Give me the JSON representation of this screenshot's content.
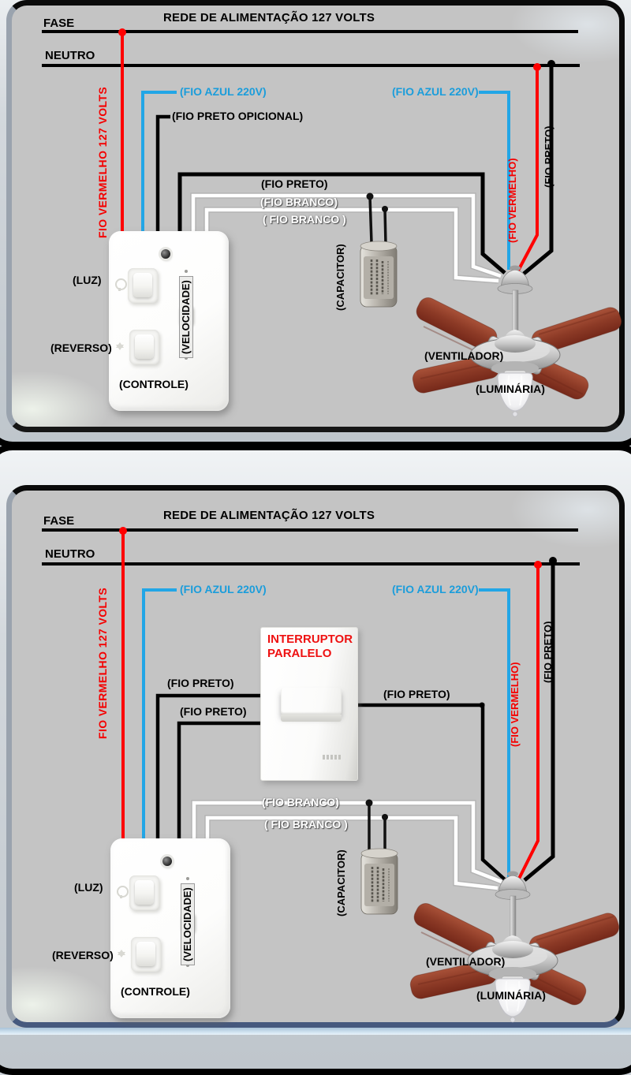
{
  "colors": {
    "wire_red": "#ff0000",
    "wire_blue": "#22a6e6",
    "wire_black": "#000000",
    "wire_white": "#ffffff",
    "label_red": "#ee1111",
    "label_blue": "#1b9ddb",
    "panel_background": "#c4c4c4"
  },
  "panel1": {
    "title": "REDE DE ALIMENTAÇÃO 127 VOLTS",
    "fase": "FASE",
    "neutro": "NEUTRO",
    "labels": {
      "fio_vermelho_127": "FIO  VERMELHO  127 VOLTS",
      "fio_azul_left": "(FIO AZUL 220V)",
      "fio_preto_opcional": "(FIO PRETO OPICIONAL)",
      "fio_azul_right": "(FIO AZUL 220V)",
      "fio_preto_mid": "(FIO PRETO)",
      "fio_branco_1": "(FIO BRANCO)",
      "fio_branco_2": "( FIO BRANCO )",
      "fio_vermelho_right": "(FIO VERMELHO)",
      "fio_preto_right": "(FIO PRETO)",
      "luz": "(LUZ)",
      "reverso": "(REVERSO)",
      "velocidade": "(VELOCIDADE)",
      "controle": "(CONTROLE)",
      "capacitor": "(CAPACITOR)",
      "ventilador": "(VENTILADOR)",
      "luminaria": "(LUMINÁRIA)"
    }
  },
  "panel2": {
    "title": "REDE DE ALIMENTAÇÃO 127 VOLTS",
    "fase": "FASE",
    "neutro": "NEUTRO",
    "switch": {
      "line1": "INTERRUPTOR",
      "line2": "PARALELO"
    },
    "labels": {
      "fio_vermelho_127": "FIO  VERMELHO  127 VOLTS",
      "fio_azul_left": "(FIO AZUL 220V)",
      "fio_azul_right": "(FIO AZUL 220V)",
      "fio_preto_sw1": "(FIO PRETO)",
      "fio_preto_sw2": "(FIO PRETO)",
      "fio_preto_sw_right": "(FIO PRETO)",
      "fio_branco_1": "(FIO BRANCO)",
      "fio_branco_2": "( FIO BRANCO )",
      "fio_vermelho_right": "(FIO VERMELHO)",
      "fio_preto_right": "(FIO PRETO)",
      "luz": "(LUZ)",
      "reverso": "(REVERSO)",
      "velocidade": "(VELOCIDADE)",
      "controle": "(CONTROLE)",
      "capacitor": "(CAPACITOR)",
      "ventilador": "(VENTILADOR)",
      "luminaria": "(LUMINÁRIA)"
    }
  }
}
